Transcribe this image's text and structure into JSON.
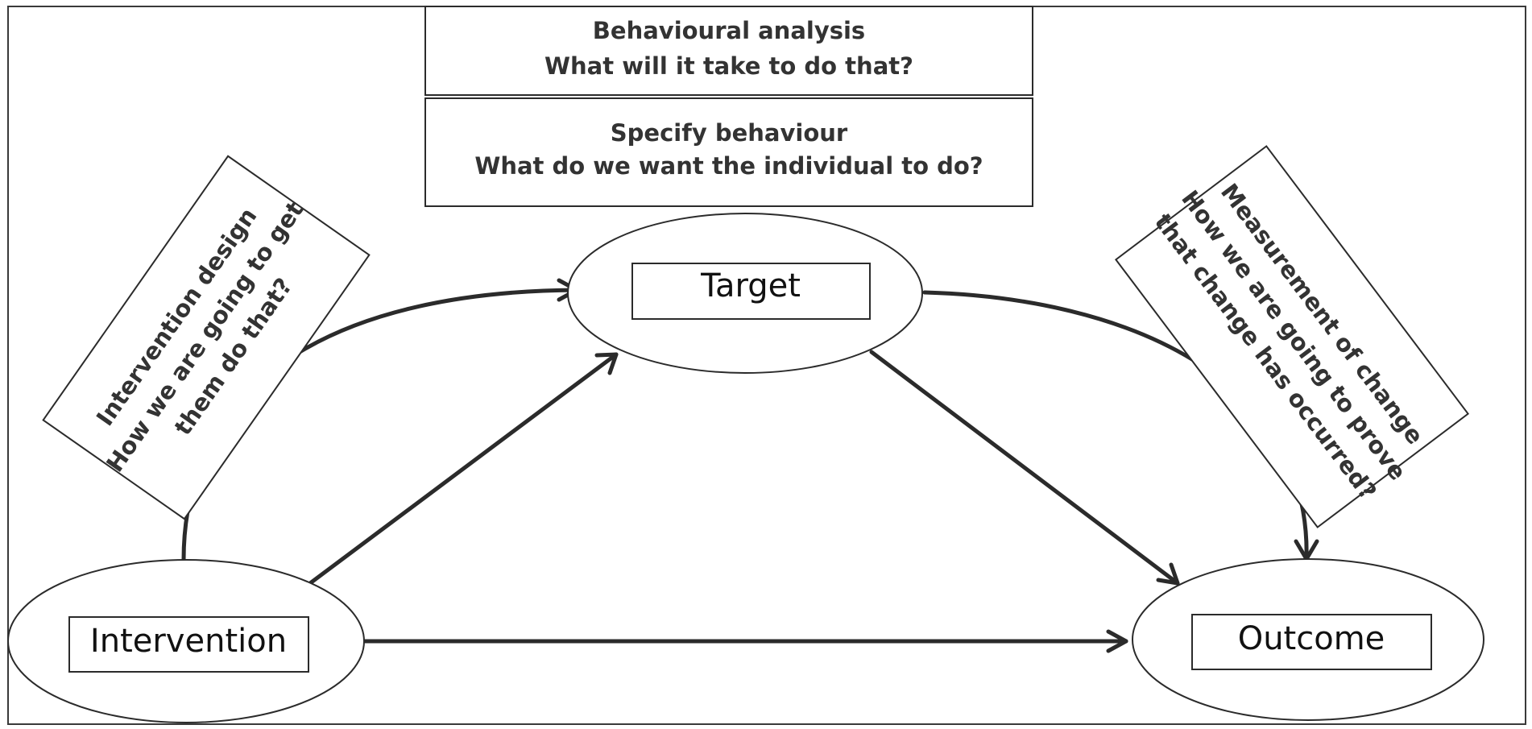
{
  "header_boxes": {
    "analysis": {
      "line1": "Behavioural analysis",
      "line2": "What will it take to do that?"
    },
    "behaviour": {
      "line1": "Specify behaviour",
      "line2": "What do we want the  individual to do?"
    }
  },
  "nodes": {
    "target": "Target",
    "intervention": "Intervention",
    "outcome": "Outcome"
  },
  "side_boxes": {
    "intervention_design": {
      "line1": "Intervention design",
      "line2": "How we are going to get",
      "line3": "them do that?"
    },
    "measurement": {
      "line1": "Measurement of change",
      "line2": "How we are going to prove",
      "line3": "that change has occurred?"
    }
  },
  "colors": {
    "stroke": "#2b2b2b",
    "text": "#333333"
  }
}
